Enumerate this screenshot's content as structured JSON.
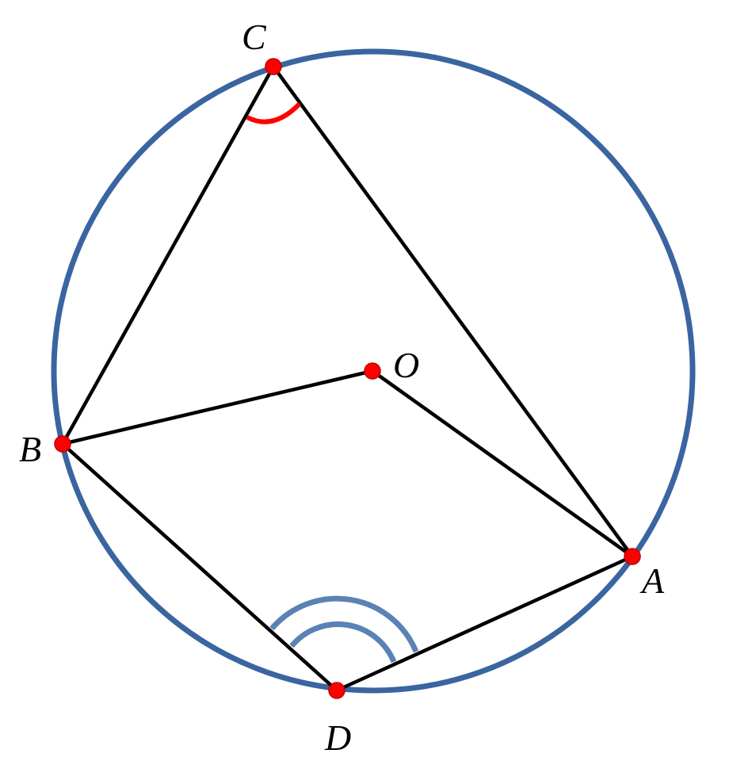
{
  "diagram": {
    "labels": {
      "A": "A",
      "B": "B",
      "C": "C",
      "D": "D",
      "O": "O"
    },
    "colors": {
      "circle": "#3a65a0",
      "segments": "#000000",
      "points": "#ff0000",
      "angle_C": "#ff0000",
      "angle_D": "#5a82b4"
    },
    "segments": [
      "CB",
      "CA",
      "BO",
      "OA",
      "BD",
      "DA"
    ],
    "angle_marks": [
      {
        "vertex": "C",
        "arcs": 1
      },
      {
        "vertex": "D",
        "arcs": 2
      }
    ]
  }
}
